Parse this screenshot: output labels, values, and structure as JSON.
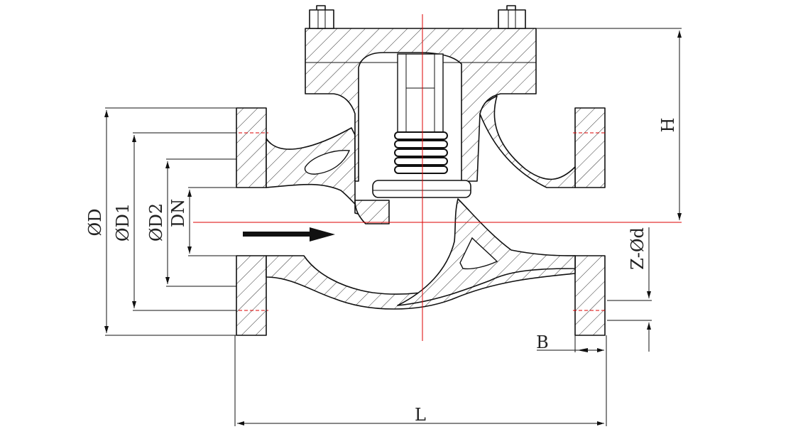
{
  "diagram": {
    "dimension_labels": {
      "outer_diameter": "ØD",
      "bolt_circle_diameter": "ØD1",
      "raised_face_diameter": "ØD2",
      "nominal_diameter": "DN",
      "height": "H",
      "bolt_holes": "Z-Ød",
      "flange_thickness": "B",
      "length": "L"
    }
  }
}
